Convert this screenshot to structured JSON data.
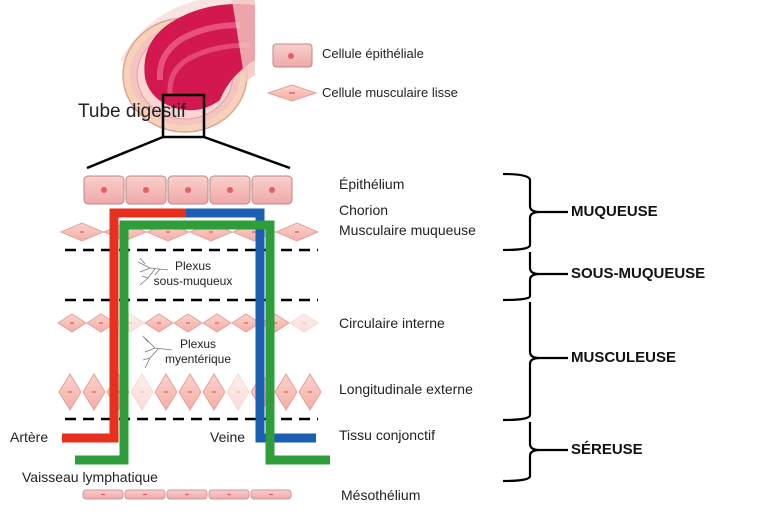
{
  "title": "Tube digestif",
  "legend": {
    "epithelial_cell": "Cellule épithéliale",
    "smooth_muscle_cell": "Cellule musculaire lisse"
  },
  "layers": {
    "epithelium": "Épithélium",
    "chorion": "Chorion",
    "musculaire_muqueuse": "Musculaire muqueuse",
    "circulaire_interne": "Circulaire interne",
    "longitudinale_externe": "Longitudinale externe",
    "tissu_conjonctif": "Tissu conjonctif",
    "mesothelium": "Mésothélium"
  },
  "plexus": {
    "sous_muqueux_line1": "Plexus",
    "sous_muqueux_line2": "sous-muqueux",
    "myenterique_line1": "Plexus",
    "myenterique_line2": "myentérique"
  },
  "vessels": {
    "artery": "Artère",
    "vein": "Veine",
    "lymphatic": "Vaisseau lymphatique"
  },
  "sections": {
    "muqueuse": "MUQUEUSE",
    "sous_muqueuse": "SOUS-MUQUEUSE",
    "musculeuse": "MUSCULEUSE",
    "sereuse": "SÉREUSE"
  },
  "colors": {
    "artery": "#e8301f",
    "vein": "#1a5fb4",
    "lymphatic": "#2e9e3a",
    "cell_fill": "#f4b8b6",
    "cell_border": "#d88a88",
    "nucleus": "#e0606a",
    "mucosa": "#d61f5a"
  }
}
